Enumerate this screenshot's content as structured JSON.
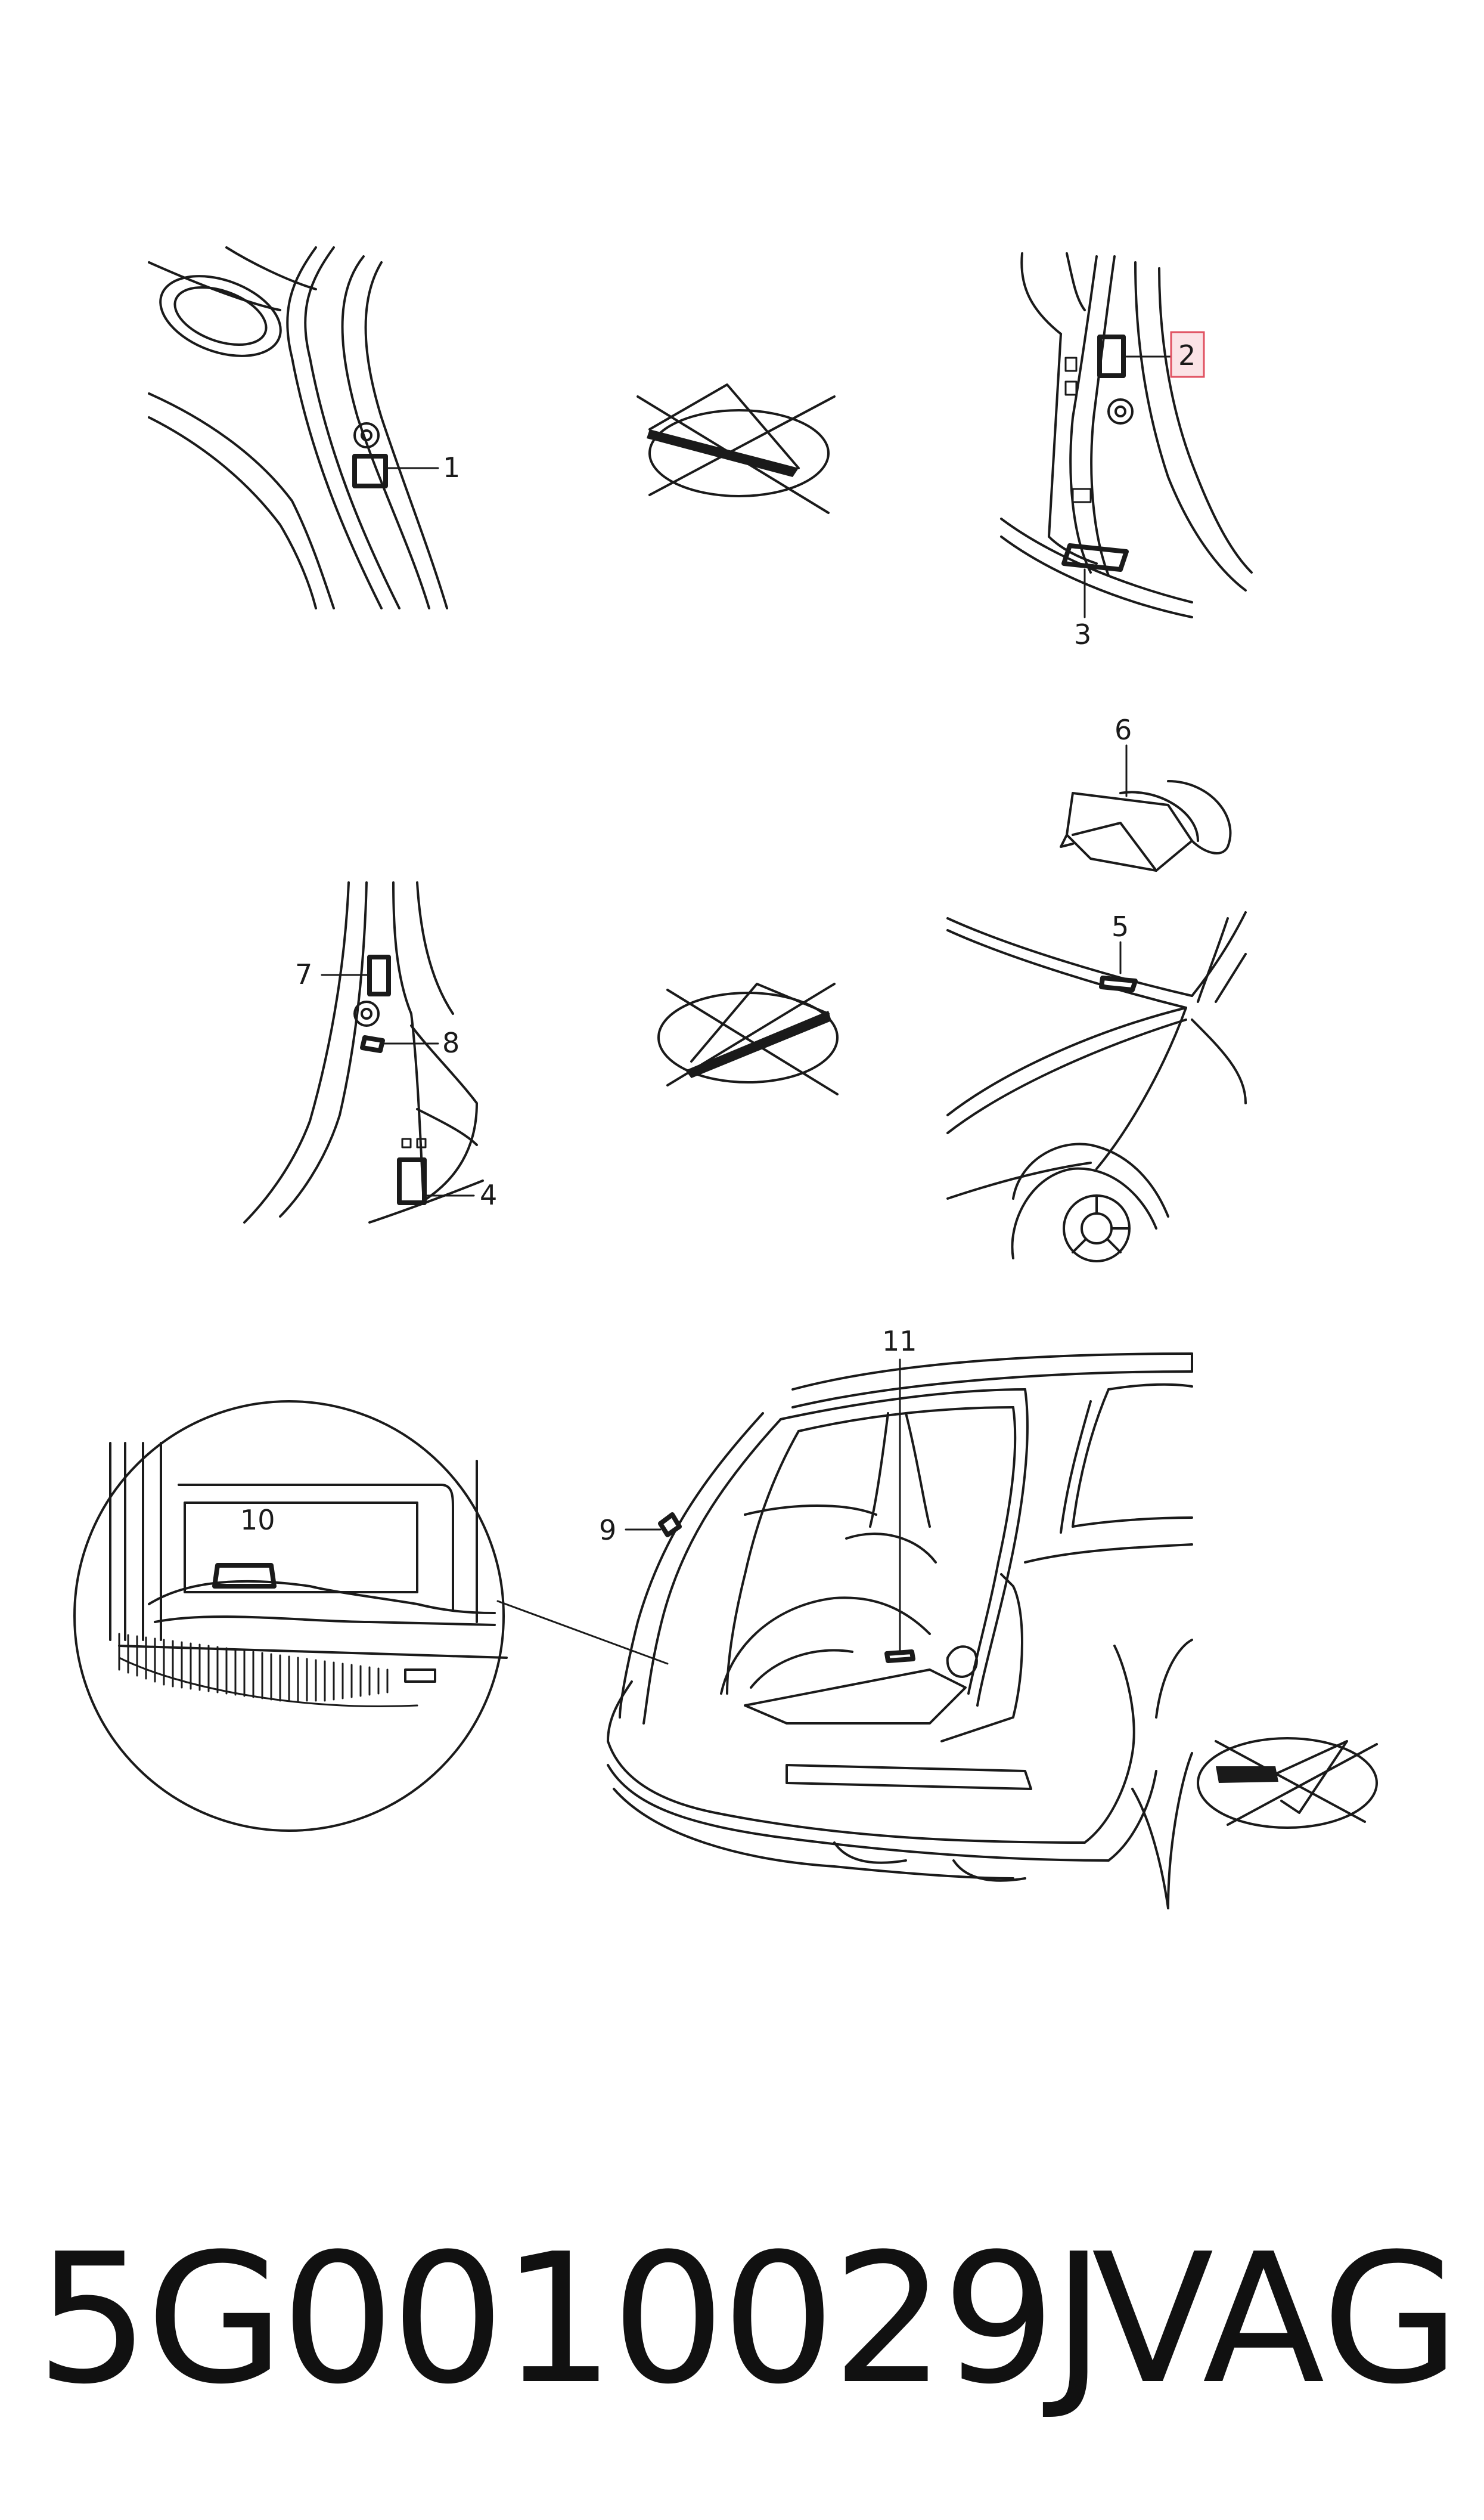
{
  "callouts": [
    {
      "id": "1",
      "label": "1",
      "highlighted": false
    },
    {
      "id": "2",
      "label": "2",
      "highlighted": true
    },
    {
      "id": "3",
      "label": "3",
      "highlighted": false
    },
    {
      "id": "4",
      "label": "4",
      "highlighted": false
    },
    {
      "id": "5",
      "label": "5",
      "highlighted": false
    },
    {
      "id": "6",
      "label": "6",
      "highlighted": false
    },
    {
      "id": "7",
      "label": "7",
      "highlighted": false
    },
    {
      "id": "8",
      "label": "8",
      "highlighted": false
    },
    {
      "id": "9",
      "label": "9",
      "highlighted": false
    },
    {
      "id": "10",
      "label": "10",
      "highlighted": false
    },
    {
      "id": "11",
      "label": "11",
      "highlighted": false
    }
  ],
  "highlight_color": "#e05060",
  "part_number": "5G0010029J",
  "brand": "VAG"
}
